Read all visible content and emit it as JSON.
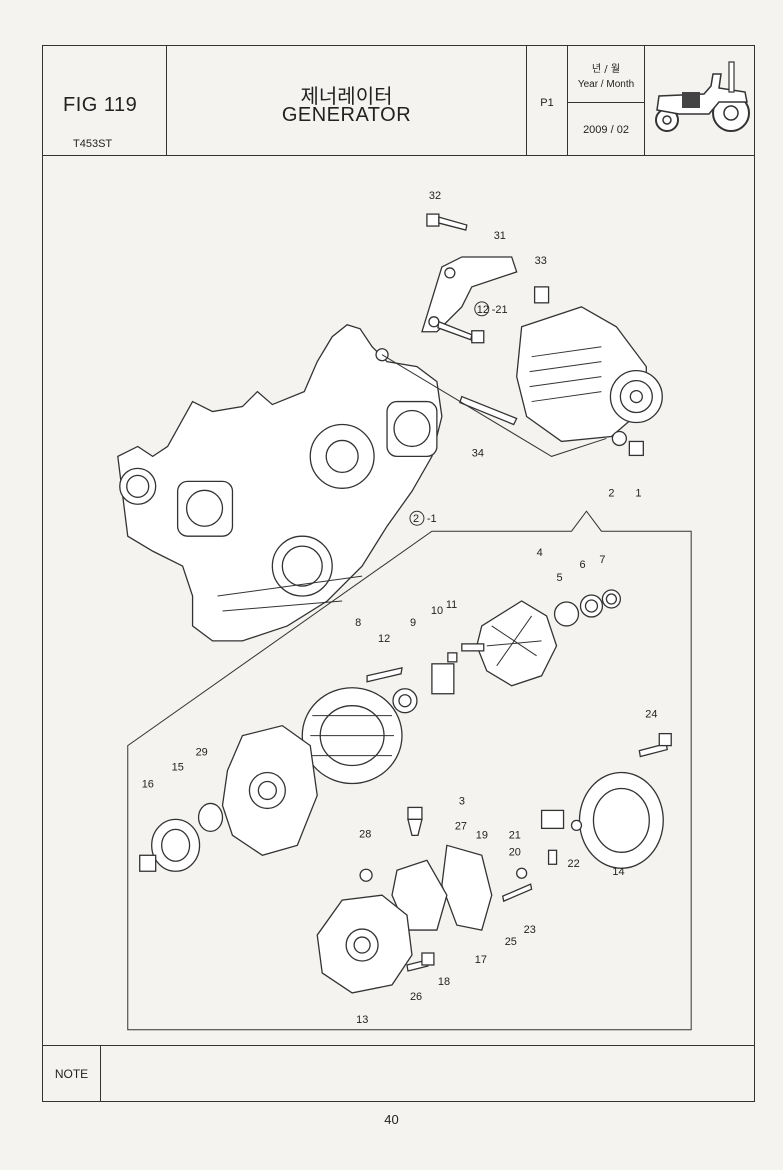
{
  "header": {
    "fig_label": "FIG 119",
    "model": "T453ST",
    "title_ko": "제너레이터",
    "title_en": "GENERATOR",
    "page_code": "P1",
    "date_label_ko": "년 / 월",
    "date_label_en": "Year / Month",
    "date_value": "2009 / 02"
  },
  "callouts": [
    "32",
    "31",
    "33",
    "12",
    "-21",
    "34",
    "2",
    "1",
    "2",
    "-1",
    "4",
    "5",
    "6",
    "7",
    "8",
    "12",
    "9",
    "10",
    "11",
    "24",
    "29",
    "15",
    "16",
    "3",
    "27",
    "28",
    "19",
    "21",
    "20",
    "22",
    "14",
    "13",
    "26",
    "18",
    "17",
    "25",
    "23"
  ],
  "note": {
    "label": "NOTE",
    "text": ""
  },
  "footer": {
    "page_number": "40"
  }
}
